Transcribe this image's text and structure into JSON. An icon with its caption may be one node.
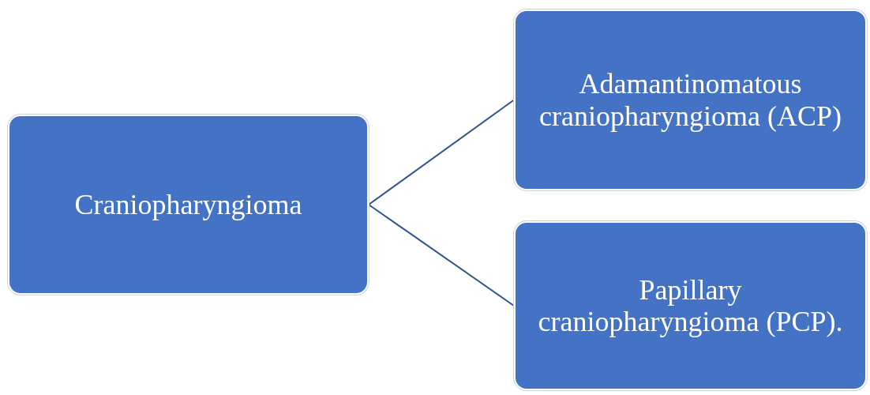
{
  "diagram": {
    "nodes": [
      {
        "text": [
          "Craniopharyngioma"
        ]
      },
      {
        "text": [
          "Adamantinomatous craniopharyngioma (ACP)"
        ]
      },
      {
        "text": [
          "Papillary craniopharyngioma (PCP)."
        ]
      }
    ],
    "edges": [
      {
        "from": 0,
        "to": 1,
        "arrow": "none"
      },
      {
        "from": 0,
        "to": 2,
        "arrow": "none"
      }
    ]
  }
}
